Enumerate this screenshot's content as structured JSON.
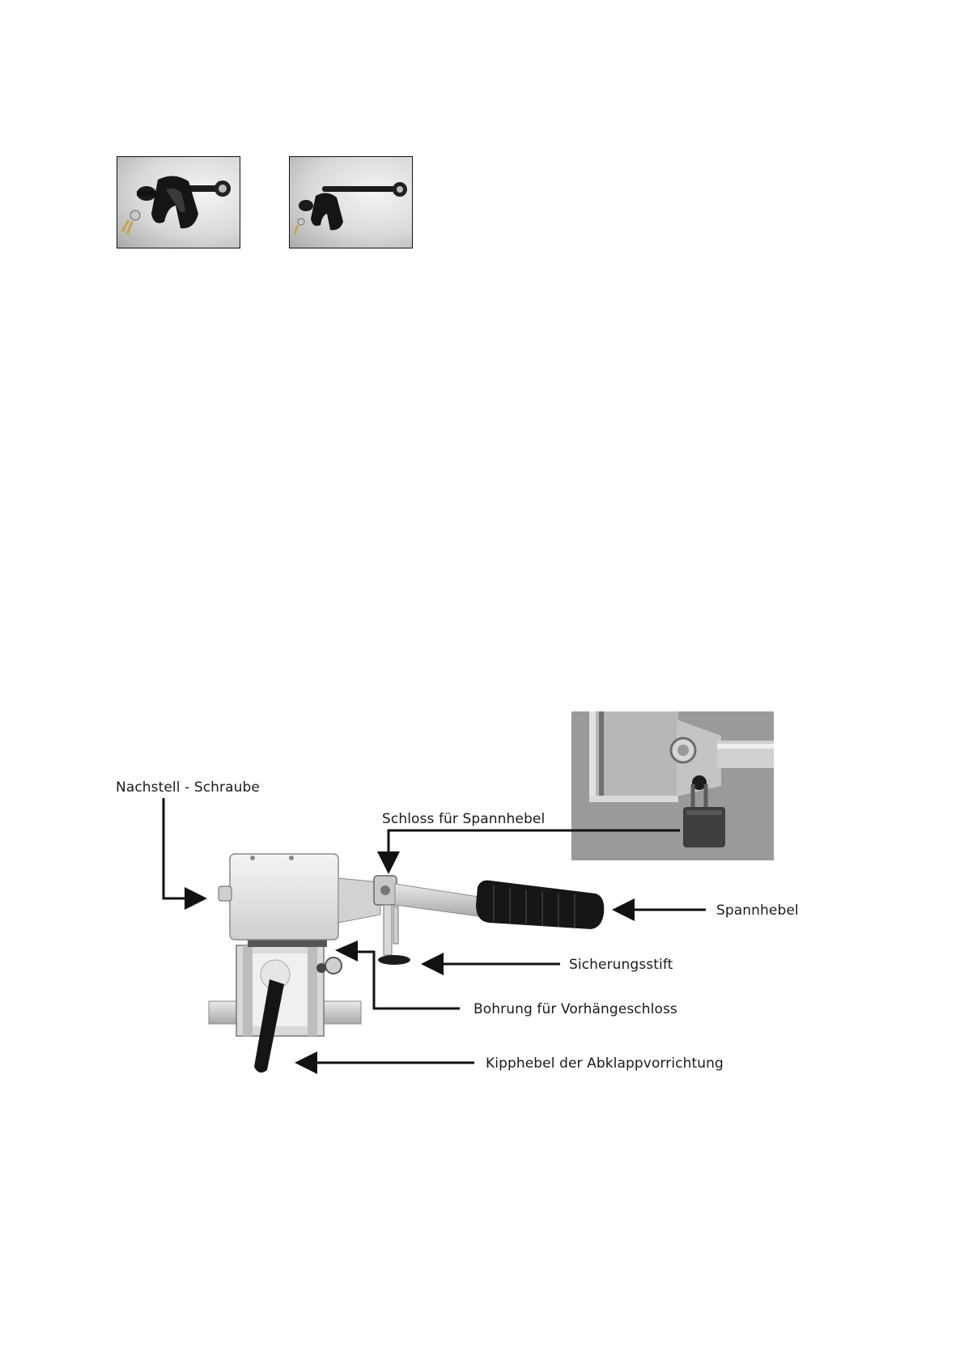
{
  "thumbnails": [
    {
      "icon": "clamp-lock-short-photo"
    },
    {
      "icon": "clamp-lock-long-photo"
    }
  ],
  "inset": {
    "icon": "padlock-detail-photo"
  },
  "main_photo": {
    "icon": "tilt-lock-mechanism-photo"
  },
  "callouts": {
    "nachstell": "Nachstell - Schraube",
    "schloss": "Schloss für Spannhebel",
    "spannhebel": "Spannhebel",
    "sicherungsstift": "Sicherungsstift",
    "bohrung": "Bohrung für  Vorhängeschloss",
    "kipphebel": "Kipphebel der Abklappvorrichtung"
  },
  "colors": {
    "arrow": "#111111",
    "metal": "#e6e6e6",
    "grip": "#151515"
  }
}
